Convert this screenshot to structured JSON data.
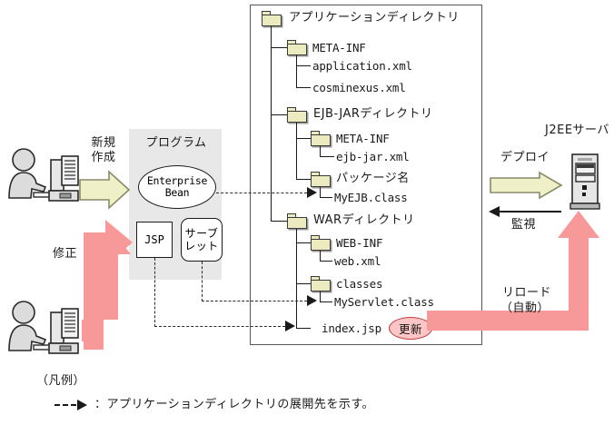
{
  "diagram": {
    "title_box": "アプリケーションディレクトリ",
    "program_box": {
      "title": "プログラム",
      "enterprise_bean_line1": "Enterprise",
      "enterprise_bean_line2": "Bean",
      "jsp": "JSP",
      "servlet_line1": "サーブ",
      "servlet_line2": "レット"
    },
    "tree": [
      {
        "level": 0,
        "label": "アプリケーションディレクトリ",
        "kind": "folder"
      },
      {
        "level": 1,
        "label": "META-INF",
        "kind": "folder"
      },
      {
        "level": 2,
        "label": "application.xml",
        "kind": "file"
      },
      {
        "level": 2,
        "label": "cosminexus.xml",
        "kind": "file"
      },
      {
        "level": 1,
        "label": "EJB-JARディレクトリ",
        "kind": "folder"
      },
      {
        "level": 2,
        "label": "META-INF",
        "kind": "folder"
      },
      {
        "level": 3,
        "label": "ejb-jar.xml",
        "kind": "file"
      },
      {
        "level": 2,
        "label": "パッケージ名",
        "kind": "folder"
      },
      {
        "level": 3,
        "label": "MyEJB.class",
        "kind": "file"
      },
      {
        "level": 1,
        "label": "WARディレクトリ",
        "kind": "folder"
      },
      {
        "level": 2,
        "label": "WEB-INF",
        "kind": "folder"
      },
      {
        "level": 3,
        "label": "web.xml",
        "kind": "file"
      },
      {
        "level": 2,
        "label": "classes",
        "kind": "folder"
      },
      {
        "level": 3,
        "label": "MyServlet.class",
        "kind": "file"
      },
      {
        "level": 2,
        "label": "index.jsp",
        "kind": "file"
      }
    ],
    "actions": {
      "create_new_line1": "新規",
      "create_new_line2": "作成",
      "modify": "修正",
      "deploy": "デプロイ",
      "monitor": "監視",
      "reload_line1": "リロード",
      "reload_line2": "（自動）",
      "update_badge": "更新"
    },
    "server": {
      "label": "J2EEサーバ"
    },
    "legend": {
      "heading": "（凡例）",
      "entry": "：アプリケーションディレクトリの展開先を示す。"
    },
    "colors": {
      "folder_fill": "#ecebc0",
      "folder_stroke": "#3a3a3a",
      "program_box_fill": "#e8e8e8",
      "yellow_arrow_fill": "#f0f0c8",
      "yellow_arrow_stroke": "#8a8a6a",
      "pink_arrow_fill": "#f79999",
      "badge_fill": "#fcc6c6",
      "badge_stroke": "#c23a3a",
      "person_fill": "#d8d8d8",
      "server_fill": "#e0e0e0"
    }
  }
}
